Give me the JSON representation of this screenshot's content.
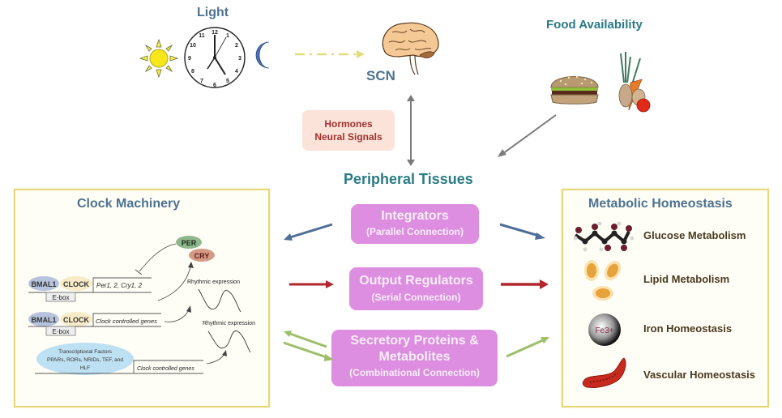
{
  "top": {
    "light_label": "Light",
    "scn_label": "SCN",
    "food_label": "Food Availability",
    "clock_numbers": [
      "12",
      "1",
      "2",
      "3",
      "4",
      "5",
      "6",
      "7",
      "8",
      "9",
      "10",
      "11"
    ]
  },
  "signals": {
    "line1": "Hormones",
    "line2": "Neural Signals"
  },
  "peripheral_tissues": "Peripheral Tissues",
  "clock_machinery": {
    "title": "Clock Machinery",
    "per": "PER",
    "cry": "CRY",
    "row1": {
      "bmal": "BMAL1",
      "clock": "CLOCK",
      "genes": "Per1, 2, Cry1, 2",
      "ebox": "E-box"
    },
    "row2": {
      "bmal": "BMAL1",
      "clock": "CLOCK",
      "genes": "Clock controlled genes",
      "ebox": "E-box"
    },
    "rhythmic1": "Rhythmic expression",
    "rhythmic2": "Rhythmic expression",
    "tf": {
      "line1": "Transcriptional Factors",
      "line2": "PPARs, RORs, NRIDs, TEF, and",
      "line3": "HLF"
    },
    "tf_genes": "Clock controlled genes"
  },
  "connections": [
    {
      "title": "Integrators",
      "subtitle": "(Parallel Connection)",
      "arrow_color": "#4f6f98"
    },
    {
      "title": "Output Regulators",
      "subtitle": "(Serial Connection)",
      "arrow_color": "#b2262e"
    },
    {
      "title_line1": "Secretory Proteins &",
      "title_line2": "Metabolites",
      "subtitle": "(Combinational Connection)",
      "arrow_color": "#9dbf6a"
    }
  ],
  "metabolic_homeostasis": {
    "title": "Metabolic Homeostasis",
    "items": [
      {
        "label": "Glucose Metabolism",
        "icon": "glucose-molecule-icon"
      },
      {
        "label": "Lipid Metabolism",
        "icon": "lipid-droplets-icon"
      },
      {
        "label": "Iron Homeostasis",
        "icon": "iron-sphere-icon",
        "icon_text": "Fe3+"
      },
      {
        "label": "Vascular Homeostasis",
        "icon": "blood-vessel-icon"
      }
    ]
  },
  "colors": {
    "panel_border": "#e8d67a",
    "box_fill": "#dd8ee0",
    "title_blue": "#4d7290",
    "title_teal": "#2a7a86",
    "signal_box": "#fbe3d9",
    "signal_text": "#a2312f"
  }
}
